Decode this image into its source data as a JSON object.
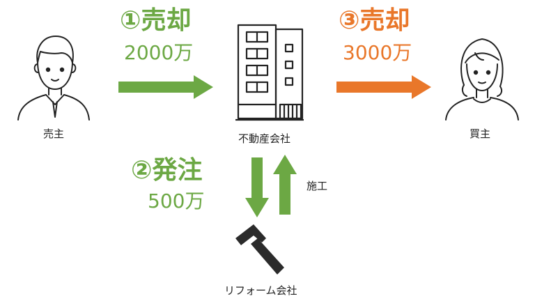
{
  "colors": {
    "green": "#6ca844",
    "orange": "#e9772a",
    "line": "#222222"
  },
  "nodes": {
    "seller": {
      "label": "売主",
      "icon": "man-person-icon"
    },
    "realtor": {
      "label": "不動産会社",
      "icon": "building-icon"
    },
    "buyer": {
      "label": "買主",
      "icon": "woman-person-icon"
    },
    "reform": {
      "label": "リフォーム会社",
      "icon": "hammer-icon"
    }
  },
  "steps": {
    "sale1": {
      "title": "①売却",
      "amount": "2000万"
    },
    "order": {
      "title": "②発注",
      "amount": "500万"
    },
    "sale3": {
      "title": "③売却",
      "amount": "3000万"
    }
  },
  "construction_label": "施工"
}
